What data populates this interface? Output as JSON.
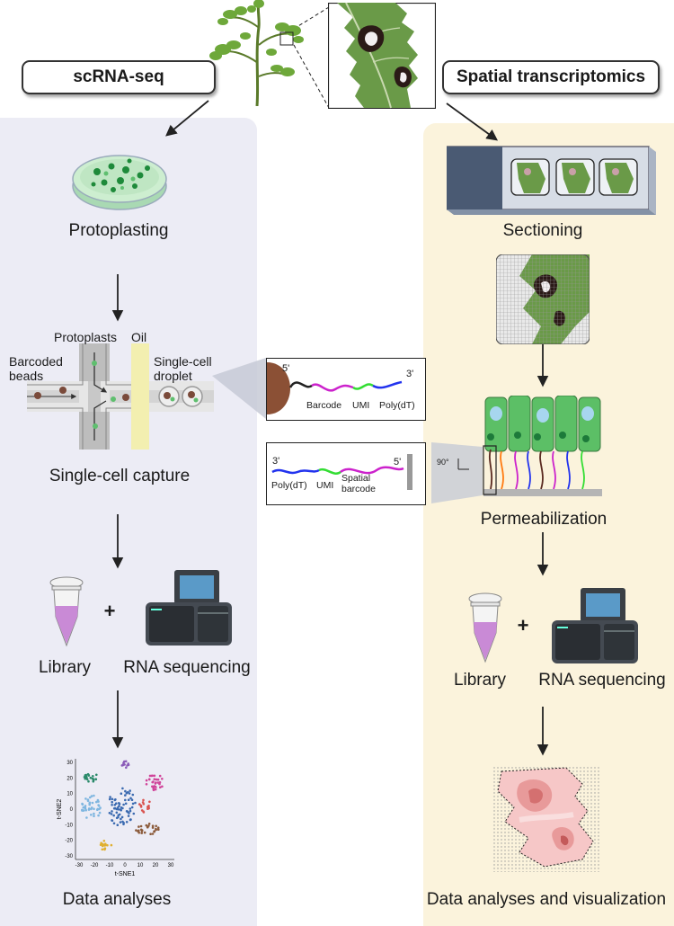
{
  "left_panel": {
    "title": "scRNA-seq",
    "steps": {
      "protoplasting": "Protoplasting",
      "capture": "Single-cell capture",
      "library": "Library",
      "plus": "+",
      "sequencing": "RNA sequencing",
      "analyses": "Data analyses"
    },
    "chip_labels": {
      "protoplasts": "Protoplasts",
      "oil": "Oil",
      "barcoded_beads": "Barcoded\nbeads",
      "droplet": "Single-cell\ndroplet"
    },
    "bead_callout": {
      "five_prime": "5'",
      "three_prime": "3'",
      "barcode": "Barcode",
      "umi": "UMI",
      "polydt": "Poly(dT)"
    },
    "tsne": {
      "xlabel": "t-SNE1",
      "ylabel": "t-SNE2",
      "xticks": [
        "-30",
        "-20",
        "-10",
        "0",
        "10",
        "20",
        "30"
      ],
      "yticks": [
        "30",
        "20",
        "10",
        "0",
        "-10",
        "-20",
        "-30"
      ]
    }
  },
  "right_panel": {
    "title": "Spatial transcriptomics",
    "steps": {
      "sectioning": "Sectioning",
      "permeabilization": "Permeabilization",
      "library": "Library",
      "plus": "+",
      "sequencing": "RNA sequencing",
      "analyses": "Data analyses and visualization"
    },
    "slide_callout": {
      "three_prime": "3'",
      "five_prime": "5'",
      "polydt": "Poly(dT)",
      "umi": "UMI",
      "spatial_barcode": "Spatial\nbarcode",
      "angle": "90°"
    }
  },
  "colors": {
    "left_bg": "#ececf5",
    "right_bg": "#fbf3dc",
    "leaf": "#6a9a48",
    "barcode": "#2b2b2b",
    "umi": "#33dd33",
    "polydt": "#2233ee",
    "spatial_barcode": "#cc22cc"
  },
  "icons": [
    "tomato-plant-icon",
    "leaf-zoom-icon",
    "petri-dish-icon",
    "microfluidic-chip-icon",
    "gel-bead-icon",
    "glass-slide-icon",
    "tube-icon",
    "sequencer-icon",
    "tsne-plot-icon",
    "spatial-heatmap-icon"
  ]
}
